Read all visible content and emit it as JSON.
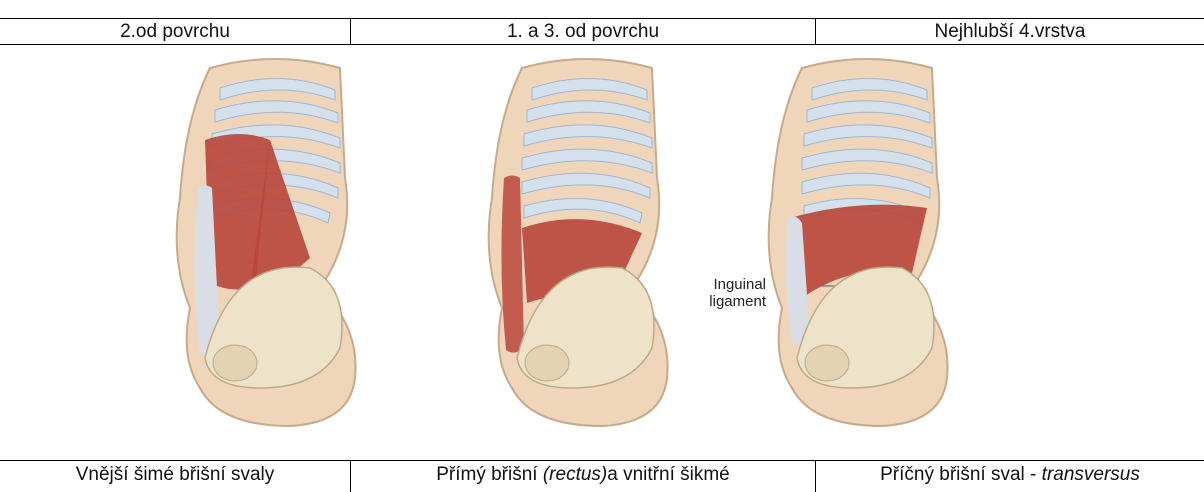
{
  "header": {
    "columns": [
      "2.od povrchu",
      "1. a 3. od povrchu",
      "Nejhlubší 4.vrstva"
    ]
  },
  "figures": {
    "annotation": {
      "line1": "Inguinal",
      "line2": "ligament"
    }
  },
  "footer": {
    "col1": "Vnější šimé břišní svaly",
    "col2_pre": "Přímý břišní ",
    "col2_italic": "(rectus)",
    "col2_post": "a vnitřní šikmé",
    "col3_pre": "Příčný břišní sval - ",
    "col3_italic": "transversus"
  },
  "colors": {
    "skin": "#efd6bb",
    "bone": "#eee2c8",
    "muscle": "#b8463b",
    "rib_gap": "#d4e0ec",
    "fascia": "#d9dde6"
  }
}
